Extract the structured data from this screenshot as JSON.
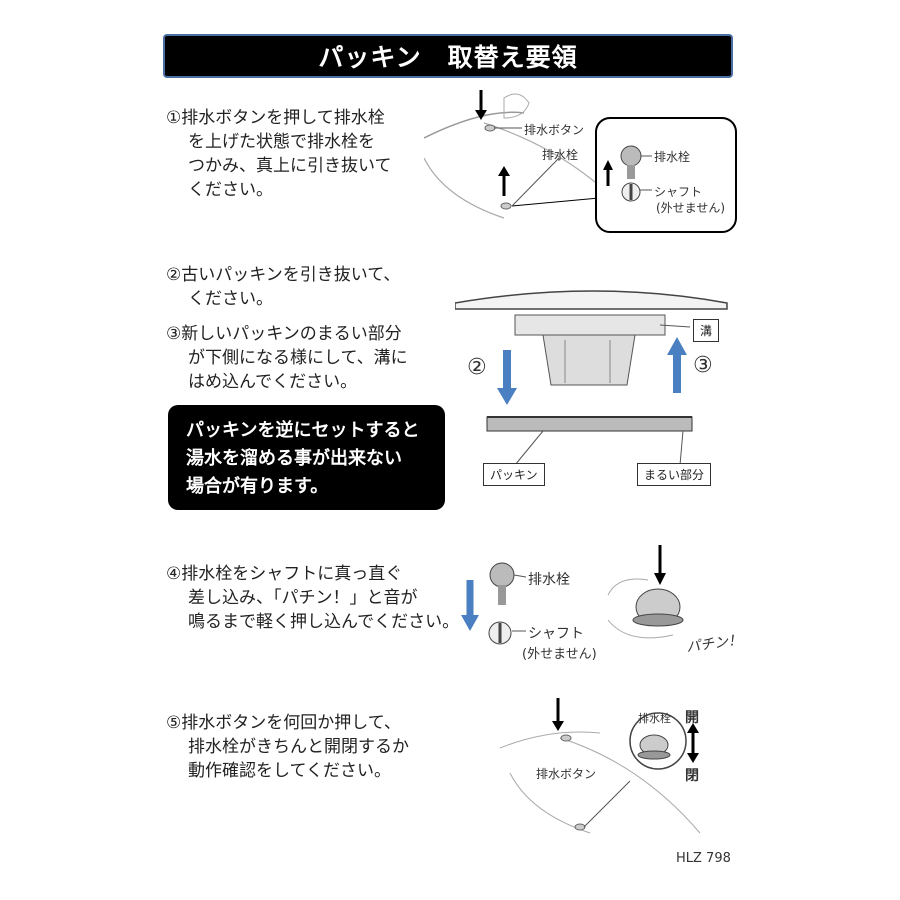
{
  "title": "パッキン　取替え要領",
  "steps": {
    "s1": [
      "①排水ボタンを押して排水栓",
      "を上げた状態で排水栓を",
      "つかみ、真上に引き抜いて",
      "ください。"
    ],
    "s2": [
      "②古いパッキンを引き抜いて、",
      "ください。"
    ],
    "s3": [
      "③新しいパッキンのまるい部分",
      "が下側になる様にして、溝に",
      "はめ込んでください。"
    ],
    "s4": [
      "④排水栓をシャフトに真っ直ぐ",
      "差し込み、「パチン！」と音が",
      "鳴るまで軽く押し込んでください。"
    ],
    "s5": [
      "⑤排水ボタンを何回か押して、",
      "排水栓がきちんと開閉するか",
      "動作確認をしてください。"
    ]
  },
  "warning": [
    "パッキンを逆にセットすると",
    "湯水を溜める事が出来ない",
    "場合が有ります。"
  ],
  "labels": {
    "drain_button": "排水ボタン",
    "drain_plug": "排水栓",
    "shaft": "シャフト",
    "shaft_note": "(外せません)",
    "groove": "溝",
    "num2": "②",
    "num3": "③",
    "packing": "パッキン",
    "round_part": "まるい部分",
    "pachin": "パチン！",
    "open": "開",
    "close": "閉"
  },
  "doc_code": "HLZ 798",
  "colors": {
    "title_bg": "#000000",
    "title_border": "#4a6fa5",
    "arrow_blue": "#4a7fc1"
  }
}
